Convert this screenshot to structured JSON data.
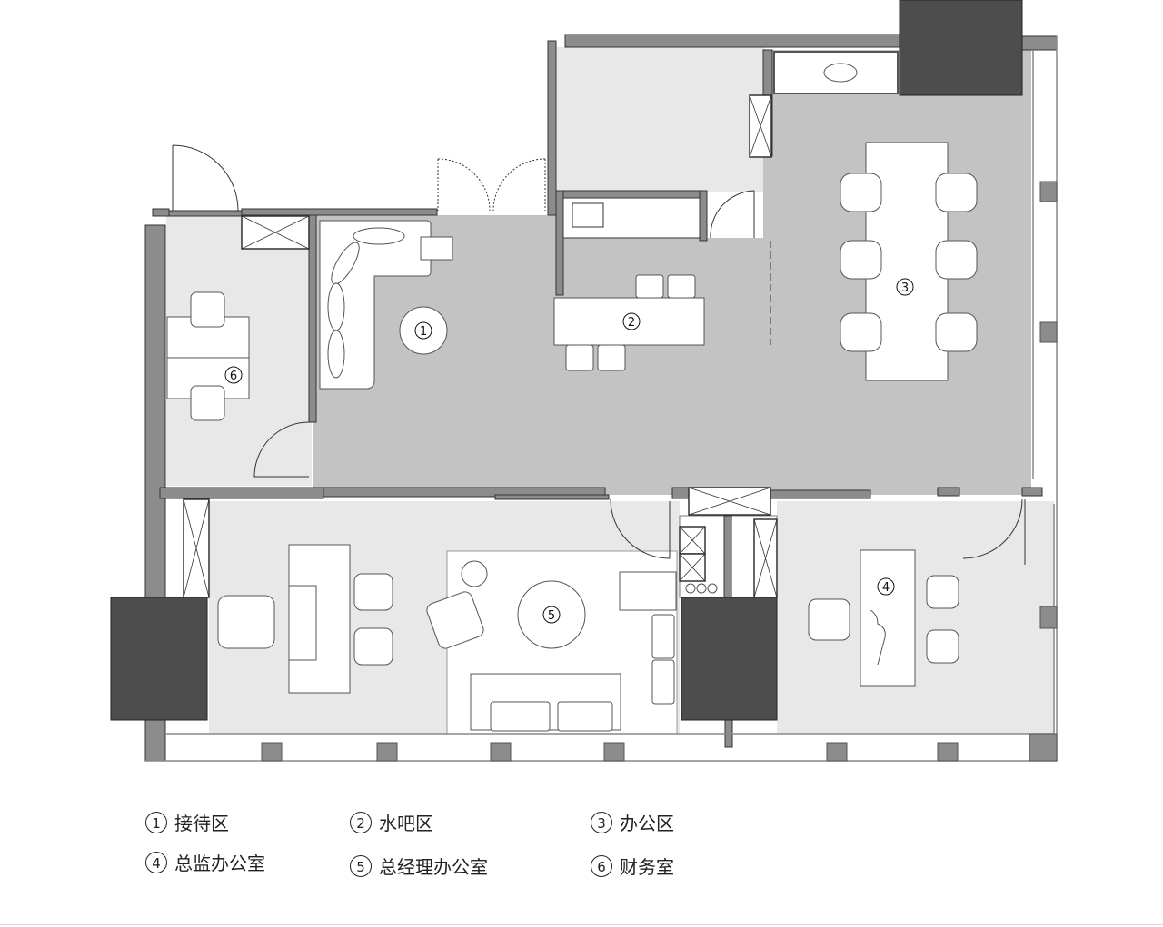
{
  "rooms": [
    {
      "num": "1",
      "name": "接待区"
    },
    {
      "num": "2",
      "name": "水吧区"
    },
    {
      "num": "3",
      "name": "办公区"
    },
    {
      "num": "4",
      "name": "总监办公室"
    },
    {
      "num": "5",
      "name": "总经理办公室"
    },
    {
      "num": "6",
      "name": "财务室"
    }
  ],
  "colors": {
    "floor_main": "#c3c3c3",
    "floor_room": "#e8e8e8",
    "wall": "#8c8c8c",
    "column": "#4d4d4d"
  }
}
